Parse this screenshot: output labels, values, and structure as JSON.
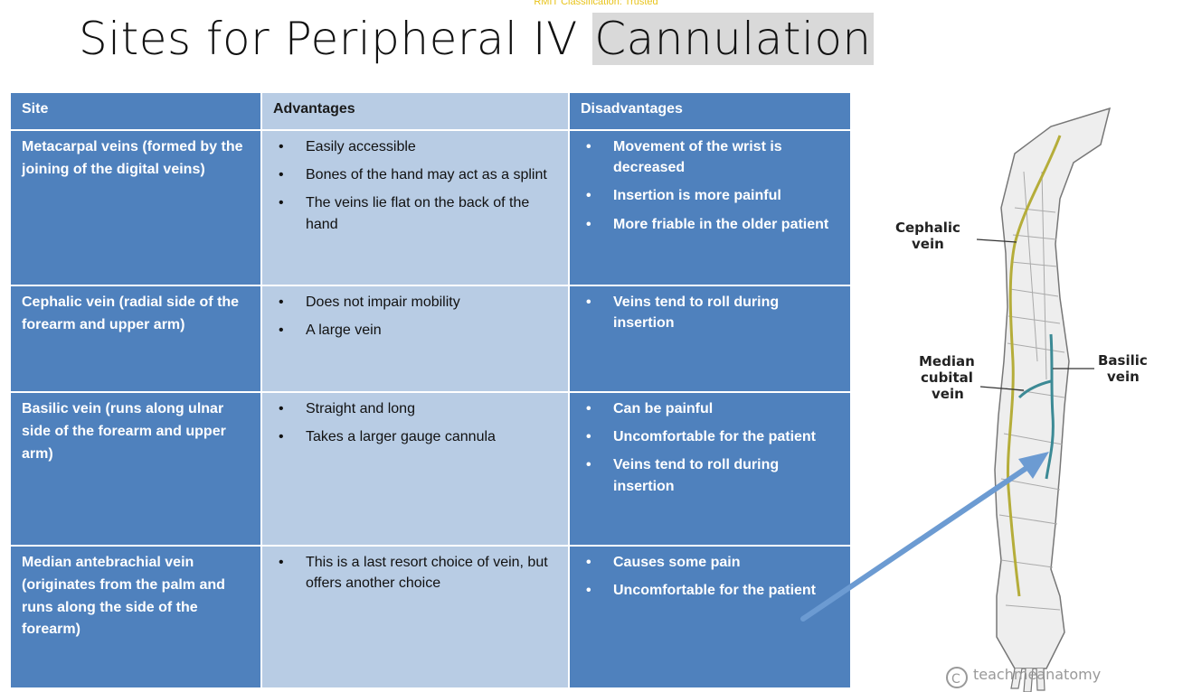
{
  "classification": "RMIT Classification: Trusted",
  "title": {
    "prefix": "Sites for Peripheral IV ",
    "highlight": "Cannulation"
  },
  "table": {
    "headers": [
      "Site",
      "Advantages",
      "Disadvantages"
    ],
    "rows": [
      {
        "site": "Metacarpal veins (formed by the joining of the digital veins)",
        "advantages": [
          "Easily accessible",
          "Bones of the hand may act as a splint",
          "The veins lie flat on the back of the hand"
        ],
        "disadvantages": [
          "Movement of the wrist is decreased",
          "Insertion is more painful",
          "More friable in the older patient"
        ]
      },
      {
        "site": "Cephalic vein (radial side of the forearm and upper arm)",
        "advantages": [
          "Does not impair mobility",
          "A large vein"
        ],
        "disadvantages": [
          "Veins tend to roll during insertion"
        ]
      },
      {
        "site": "Basilic vein (runs along ulnar side of the forearm and upper arm)",
        "advantages": [
          "Straight and long",
          "Takes a larger gauge cannula"
        ],
        "disadvantages": [
          "Can be painful",
          "Uncomfortable for the patient",
          "Veins tend to roll during insertion"
        ]
      },
      {
        "site": "Median antebrachial vein (originates from the palm and runs along the side of the forearm)",
        "advantages": [
          "This is a last resort choice of vein, but offers another choice"
        ],
        "disadvantages": [
          "Causes some pain",
          "Uncomfortable for the patient"
        ]
      }
    ]
  },
  "diagram": {
    "labels": {
      "cephalic": [
        "Cephalic",
        "vein"
      ],
      "median": [
        "Median",
        "cubital",
        "vein"
      ],
      "basilic": [
        "Basilic",
        "vein"
      ]
    },
    "watermark": "teachmeanatomy",
    "colors": {
      "arrow": "#6c9bd2",
      "vein": "#b5ad3a",
      "basilic": "#3c8a95"
    }
  }
}
